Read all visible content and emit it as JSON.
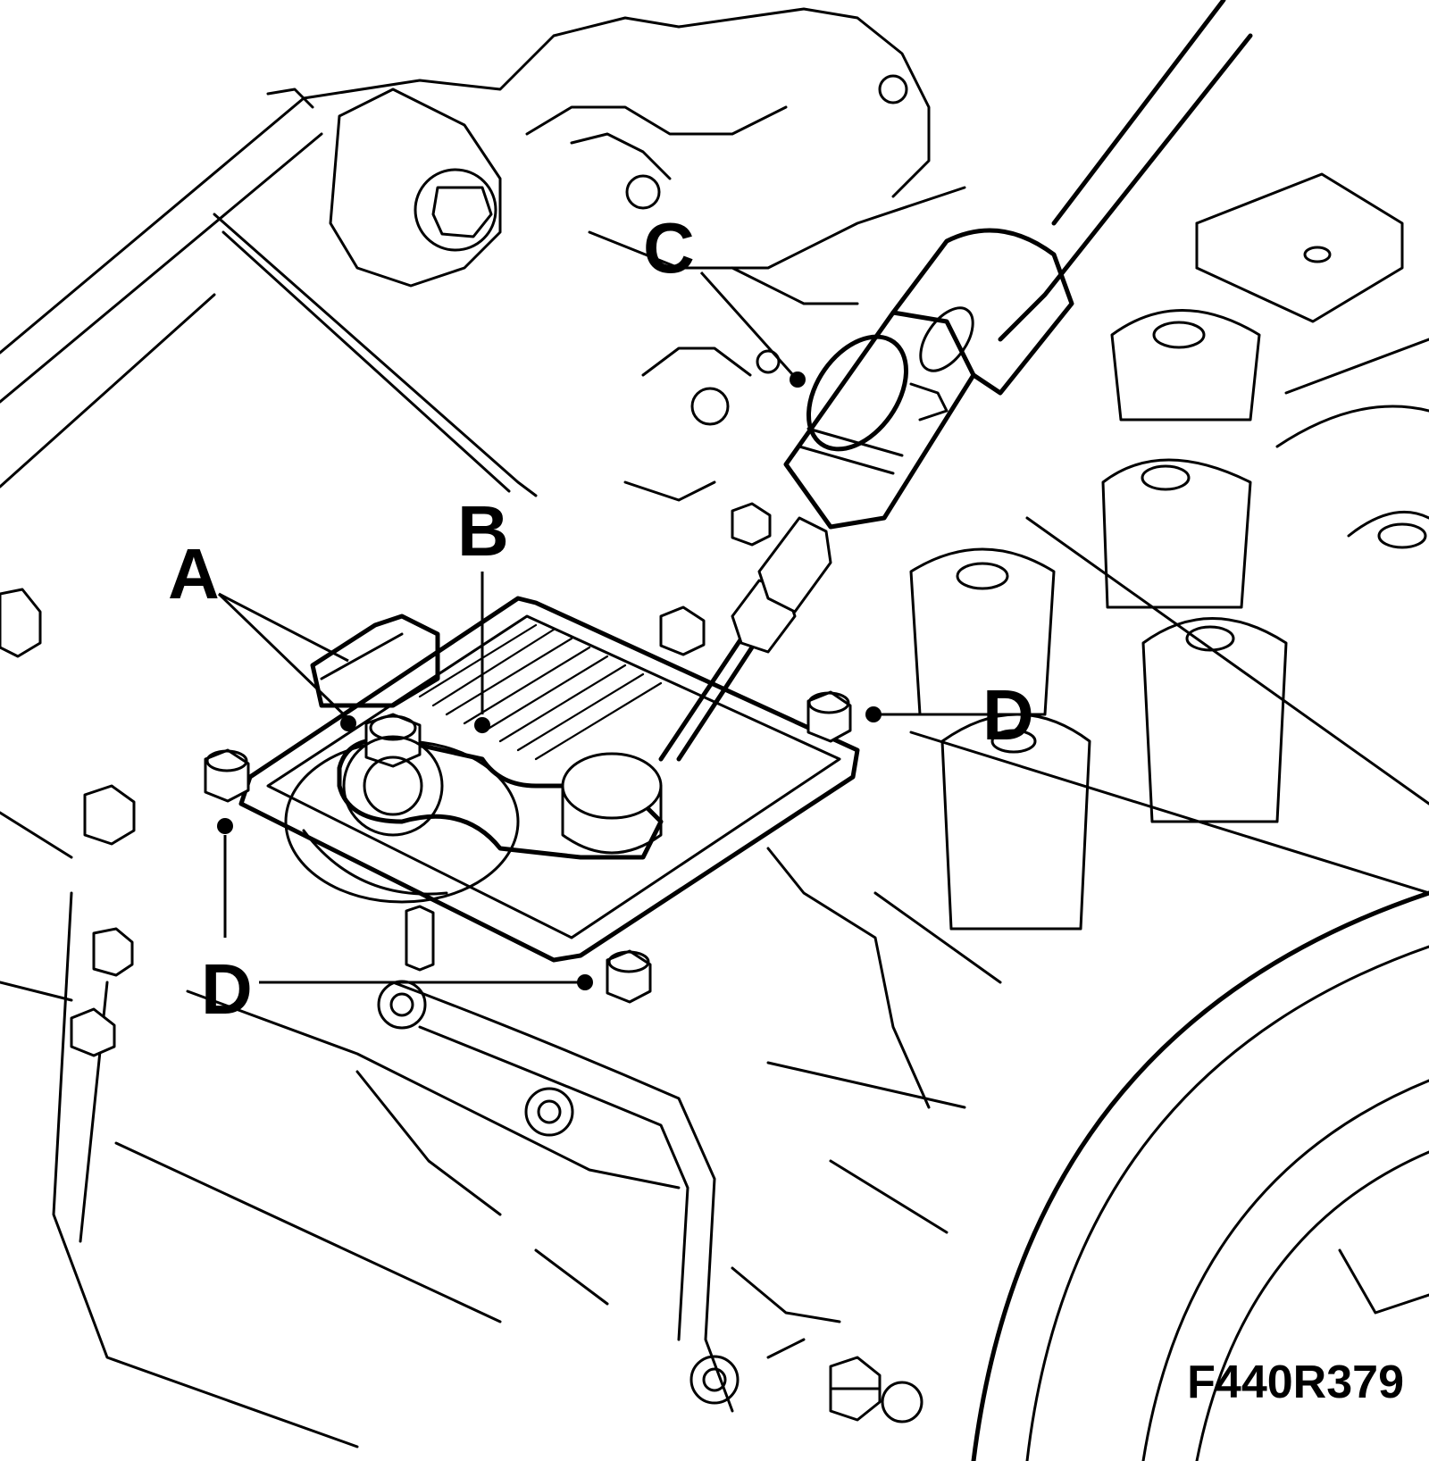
{
  "callouts": {
    "a": "A",
    "b": "B",
    "c": "C",
    "d_right": "D",
    "d_bottom": "D"
  },
  "figure_id": "F440R379",
  "colors": {
    "line": "#000000",
    "background": "#ffffff"
  }
}
